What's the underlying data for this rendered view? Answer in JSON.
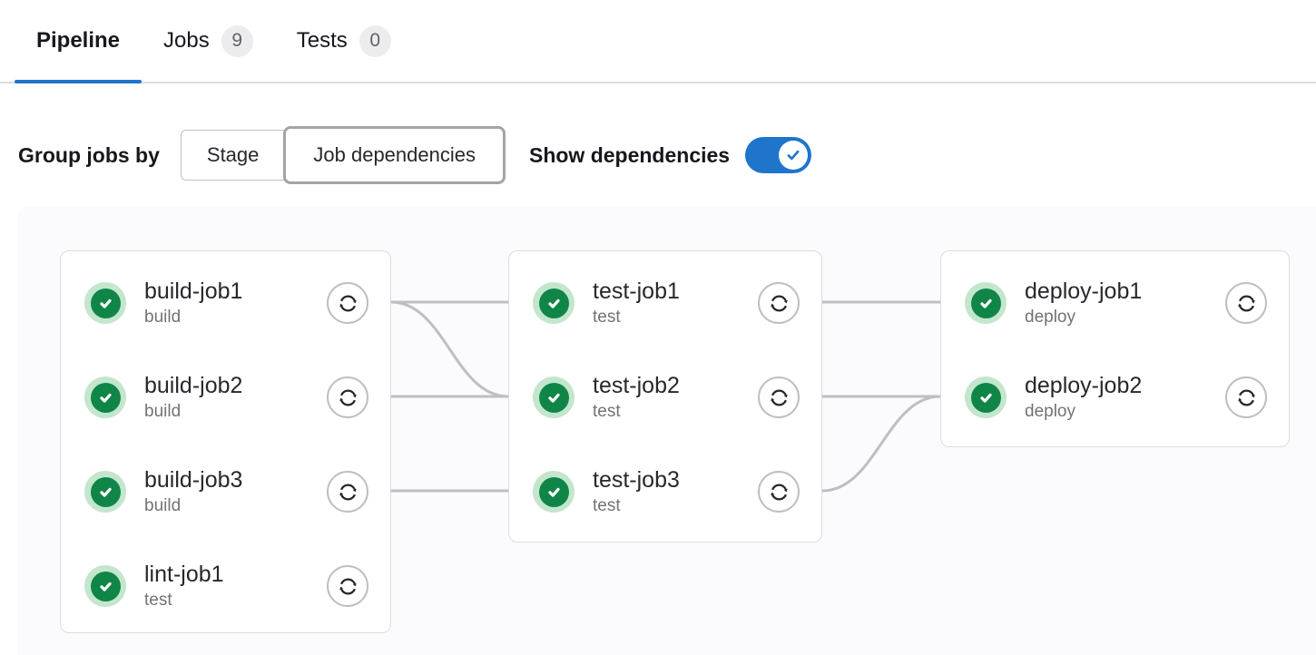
{
  "tabs": [
    {
      "label": "Pipeline",
      "badge": null,
      "active": true
    },
    {
      "label": "Jobs",
      "badge": "9",
      "active": false
    },
    {
      "label": "Tests",
      "badge": "0",
      "active": false
    }
  ],
  "controls": {
    "group_label": "Group jobs by",
    "group_options": [
      {
        "label": "Stage",
        "selected": false
      },
      {
        "label": "Job dependencies",
        "selected": true
      }
    ],
    "show_dependencies_label": "Show dependencies",
    "show_dependencies_on": true
  },
  "pipeline": {
    "columns": [
      {
        "jobs": [
          {
            "name": "build-job1",
            "stage": "build",
            "status": "success",
            "action": "retry"
          },
          {
            "name": "build-job2",
            "stage": "build",
            "status": "success",
            "action": "retry"
          },
          {
            "name": "build-job3",
            "stage": "build",
            "status": "success",
            "action": "retry"
          },
          {
            "name": "lint-job1",
            "stage": "test",
            "status": "success",
            "action": "retry"
          }
        ]
      },
      {
        "jobs": [
          {
            "name": "test-job1",
            "stage": "test",
            "status": "success",
            "action": "retry"
          },
          {
            "name": "test-job2",
            "stage": "test",
            "status": "success",
            "action": "retry"
          },
          {
            "name": "test-job3",
            "stage": "test",
            "status": "success",
            "action": "retry"
          }
        ]
      },
      {
        "jobs": [
          {
            "name": "deploy-job1",
            "stage": "deploy",
            "status": "success",
            "action": "retry"
          },
          {
            "name": "deploy-job2",
            "stage": "deploy",
            "status": "success",
            "action": "retry"
          }
        ]
      }
    ],
    "links": [
      {
        "from": "build-job1",
        "to": "test-job1"
      },
      {
        "from": "build-job1",
        "to": "test-job2"
      },
      {
        "from": "build-job2",
        "to": "test-job2"
      },
      {
        "from": "build-job3",
        "to": "test-job3"
      },
      {
        "from": "test-job1",
        "to": "deploy-job1"
      },
      {
        "from": "test-job2",
        "to": "deploy-job2"
      },
      {
        "from": "test-job3",
        "to": "deploy-job2"
      }
    ]
  },
  "icons": {
    "status_success": "check-circle-icon",
    "job_action": "retry-icon",
    "toggle": "check-icon"
  },
  "colors": {
    "accent_blue": "#1f75cb",
    "success_green": "#108548",
    "success_halo": "#c3e6cd",
    "link_gray": "#bfbfc3",
    "graph_bg": "#fbfafd",
    "border_gray": "#dcdcde"
  }
}
